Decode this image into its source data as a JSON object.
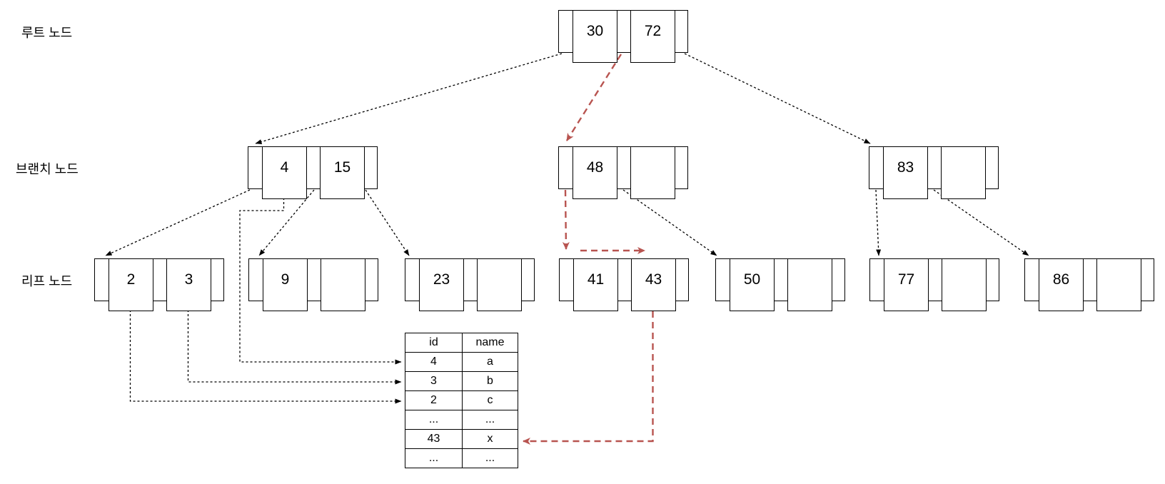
{
  "labels": {
    "root": "루트 노드",
    "branch": "브랜치 노드",
    "leaf": "리프 노드"
  },
  "root_node": {
    "keys": [
      "30",
      "72"
    ]
  },
  "branch_nodes": [
    {
      "keys": [
        "4",
        "15"
      ]
    },
    {
      "keys": [
        "48",
        ""
      ]
    },
    {
      "keys": [
        "83",
        ""
      ]
    }
  ],
  "leaf_nodes": [
    {
      "keys": [
        "2",
        "3"
      ]
    },
    {
      "keys": [
        "9",
        ""
      ]
    },
    {
      "keys": [
        "23",
        ""
      ]
    },
    {
      "keys": [
        "41",
        "43"
      ]
    },
    {
      "keys": [
        "50",
        ""
      ]
    },
    {
      "keys": [
        "77",
        ""
      ]
    },
    {
      "keys": [
        "86",
        ""
      ]
    }
  ],
  "table": {
    "headers": [
      "id",
      "name"
    ],
    "rows": [
      [
        "4",
        "a"
      ],
      [
        "3",
        "b"
      ],
      [
        "2",
        "c"
      ],
      [
        "...",
        "..."
      ],
      [
        "43",
        "x"
      ],
      [
        "...",
        "..."
      ]
    ]
  },
  "colors": {
    "line": "#000000",
    "highlight": "#b85450"
  }
}
